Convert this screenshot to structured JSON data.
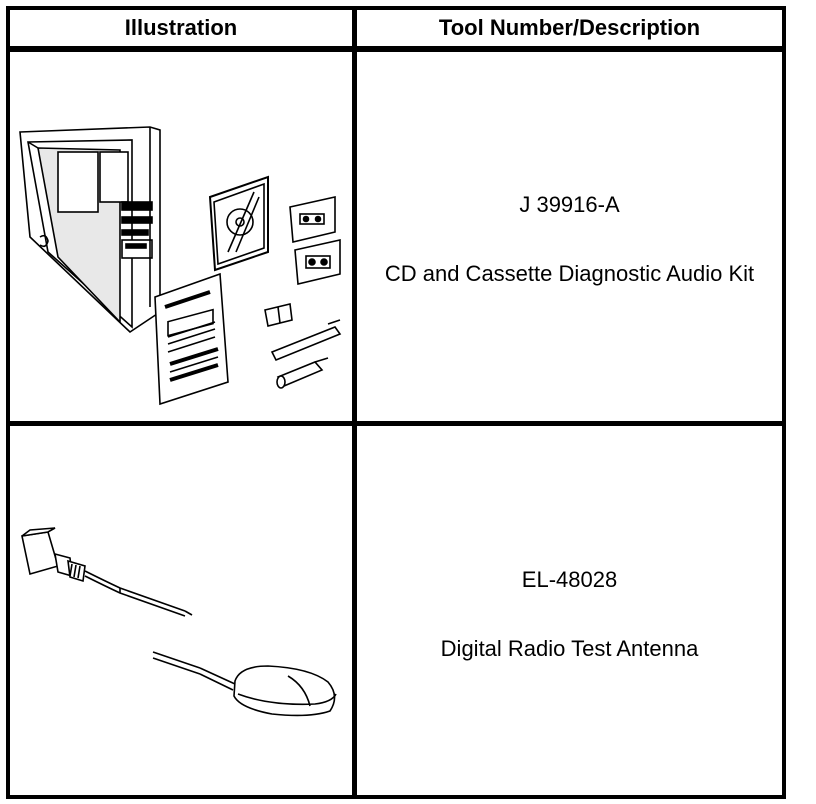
{
  "table": {
    "headers": {
      "illustration": "Illustration",
      "tool": "Tool Number/Description"
    },
    "rows": [
      {
        "tool_number": "J 39916-A",
        "description": "CD and Cassette Diagnostic Audio Kit",
        "illustration_icon": "audio-kit-illustration"
      },
      {
        "tool_number": "EL-48028",
        "description": "Digital Radio Test Antenna",
        "illustration_icon": "antenna-illustration"
      }
    ]
  }
}
